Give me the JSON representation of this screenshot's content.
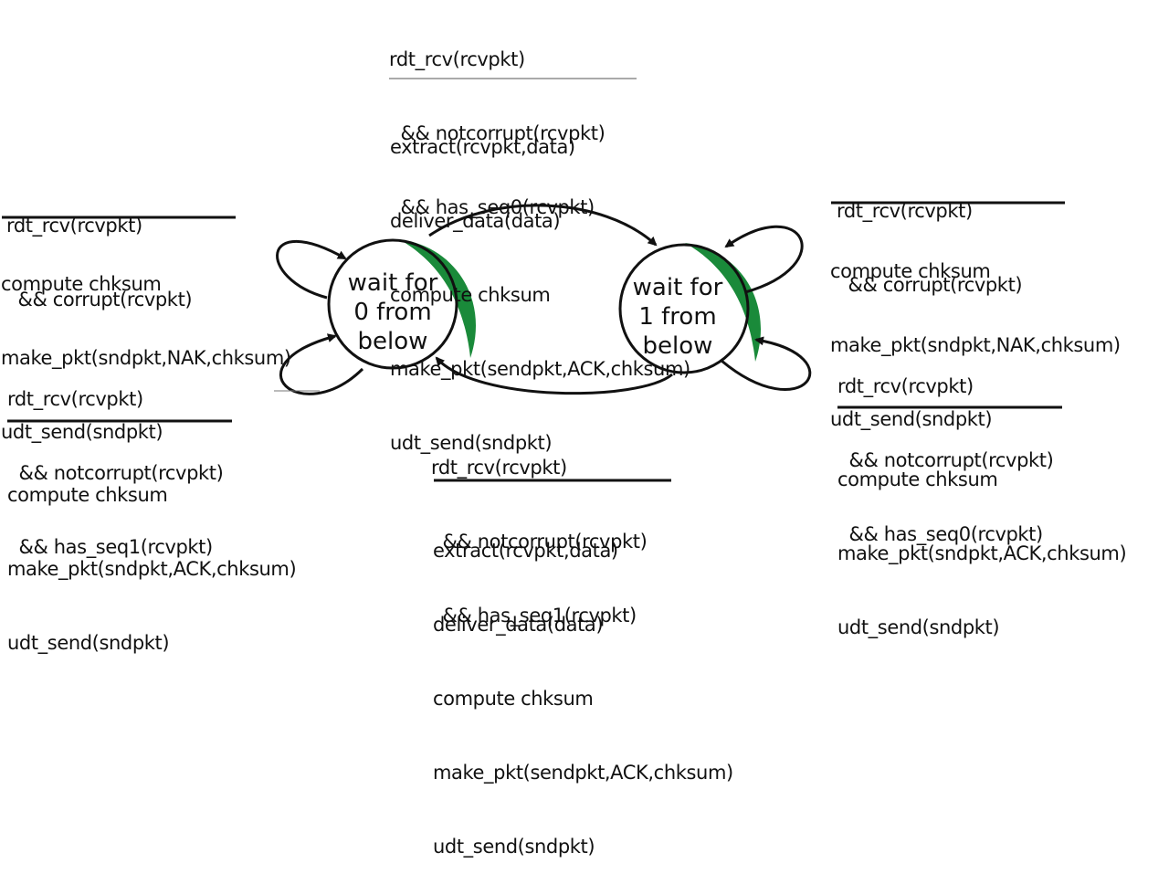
{
  "colors": {
    "state_shade": "#1a8a3a",
    "stroke": "#111111"
  },
  "states": [
    {
      "id": "wait0",
      "lines": [
        "wait for",
        "0 from",
        "below"
      ]
    },
    {
      "id": "wait1",
      "lines": [
        "wait for",
        "1 from",
        "below"
      ]
    }
  ],
  "transitions": {
    "top": {
      "event": [
        "rdt_rcv(rcvpkt)",
        "  && notcorrupt(rcvpkt)",
        "  && has_seq0(rcvpkt)"
      ],
      "actions": [
        "extract(rcvpkt,data)",
        "deliver_data(data)",
        "compute chksum",
        "make_pkt(sendpkt,ACK,chksum)",
        "udt_send(sndpkt)"
      ]
    },
    "left_top": {
      "event": [
        "rdt_rcv(rcvpkt)",
        "  && corrupt(rcvpkt)"
      ],
      "actions": [
        "compute chksum",
        "make_pkt(sndpkt,NAK,chksum)",
        "udt_send(sndpkt)"
      ]
    },
    "left_bottom": {
      "event": [
        "rdt_rcv(rcvpkt)",
        "  && notcorrupt(rcvpkt)",
        "  && has_seq1(rcvpkt)"
      ],
      "actions": [
        "compute chksum",
        "make_pkt(sndpkt,ACK,chksum)",
        "udt_send(sndpkt)"
      ]
    },
    "right_top": {
      "event": [
        "rdt_rcv(rcvpkt)",
        "  && corrupt(rcvpkt)"
      ],
      "actions": [
        "compute chksum",
        "make_pkt(sndpkt,NAK,chksum)",
        "udt_send(sndpkt)"
      ]
    },
    "right_bottom": {
      "event": [
        "rdt_rcv(rcvpkt)",
        "  && notcorrupt(rcvpkt)",
        "  && has_seq0(rcvpkt)"
      ],
      "actions": [
        "compute chksum",
        "make_pkt(sndpkt,ACK,chksum)",
        "udt_send(sndpkt)"
      ]
    },
    "bottom": {
      "event": [
        "rdt_rcv(rcvpkt)",
        "  && notcorrupt(rcvpkt)",
        "  && has_seq1(rcvpkt)"
      ],
      "actions": [
        "extract(rcvpkt,data)",
        "deliver_data(data)",
        "compute chksum",
        "make_pkt(sendpkt,ACK,chksum)",
        "udt_send(sndpkt)"
      ]
    }
  }
}
